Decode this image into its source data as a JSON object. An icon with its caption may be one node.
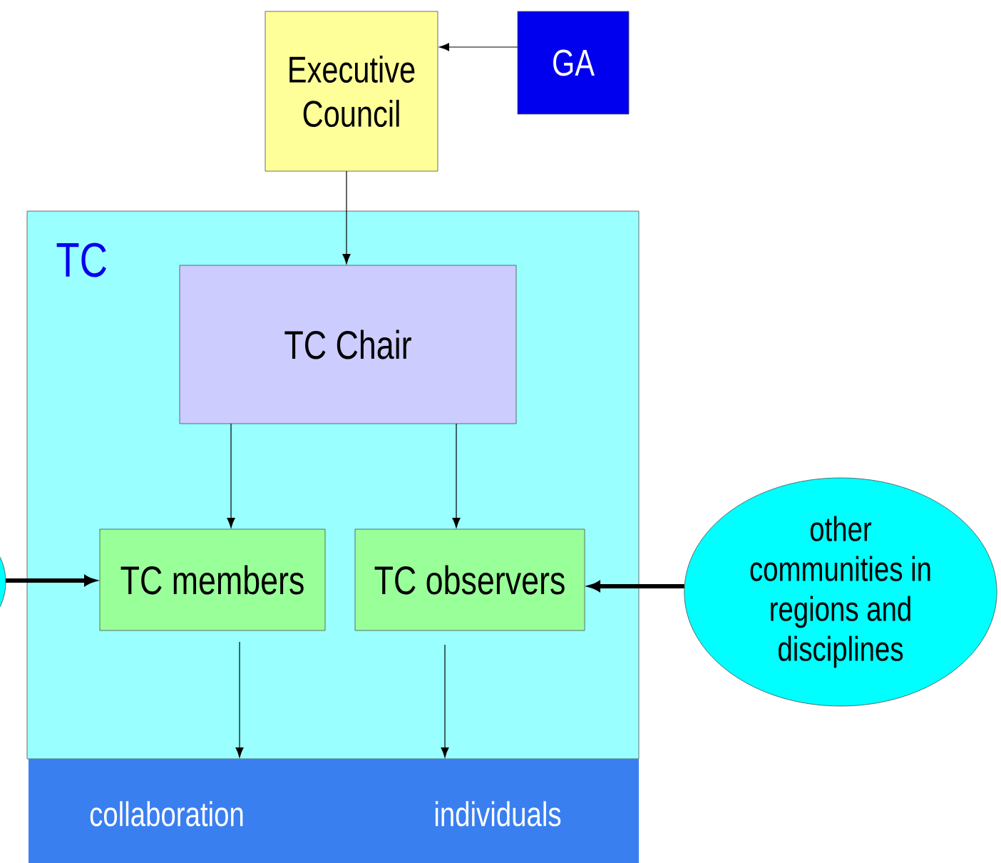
{
  "diagram": {
    "nodes": [
      {
        "text": [
          "Executive Council"
        ]
      },
      {
        "text": [
          "GA"
        ]
      },
      {
        "text": [
          "TC"
        ]
      },
      {
        "text": [
          "TC Chair"
        ],
        "in": 2
      },
      {
        "text": [
          "TC members"
        ],
        "in": 2
      },
      {
        "text": [
          "TC observers"
        ],
        "in": 2
      },
      {
        "text": [
          "other communities in regions and disciplines"
        ]
      },
      {
        "text": [
          "collaboration",
          "individuals"
        ]
      },
      {
        "text": [],
        "shape": "circle"
      }
    ],
    "edges": [
      {
        "from": 1,
        "to": 0,
        "arrow": "to"
      },
      {
        "from": 0,
        "to": 3,
        "arrow": "to"
      },
      {
        "from": 3,
        "to": 4,
        "arrow": "to"
      },
      {
        "from": 3,
        "to": 5,
        "arrow": "to"
      },
      {
        "from": 8,
        "to": 4,
        "arrow": "to",
        "style": "thick"
      },
      {
        "from": 6,
        "to": 5,
        "arrow": "to",
        "style": "thick"
      },
      {
        "from": 4,
        "to": 7,
        "arrow": "to"
      },
      {
        "from": 5,
        "to": 7,
        "arrow": "to"
      }
    ]
  }
}
